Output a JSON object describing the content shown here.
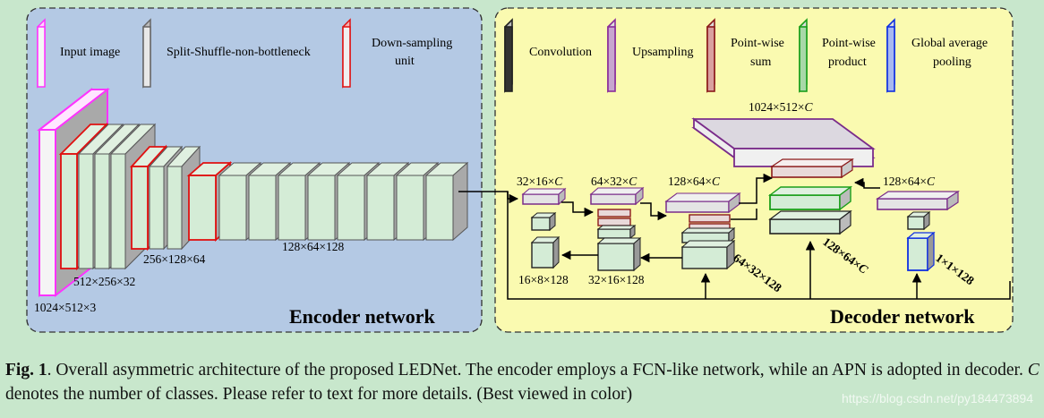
{
  "encoder": {
    "title": "Encoder network",
    "legend": {
      "input_image": "Input image",
      "split_shuffle": "Split-Shuffle-non-bottleneck",
      "down_sampling_line1": "Down-sampling",
      "down_sampling_line2": "unit"
    },
    "dims": {
      "input": "1024×512×3",
      "stage1": "512×256×32",
      "stage2": "256×128×64",
      "stage3": "128×64×128"
    }
  },
  "decoder": {
    "title": "Decoder network",
    "legend": {
      "convolution": "Convolution",
      "upsampling": "Upsampling",
      "pointwise_sum_line1": "Point-wise",
      "pointwise_sum_line2": "sum",
      "pointwise_product_line1": "Point-wise",
      "pointwise_product_line2": "product",
      "gap_line1": "Global average",
      "gap_line2": "pooling"
    },
    "dims": {
      "d32x16": "32×16×",
      "d64x32": "64×32×",
      "d128x64_left": "128×64×",
      "d1024": "1024×512×",
      "d128x64_right": "128×64×",
      "d16x8x128": "16×8×128",
      "d32x16x128": "32×16×128",
      "d64x32x128": "64×32×128",
      "d128x64c_rot": "128×64×",
      "d1x1x128": "1×1×128",
      "c": "C"
    }
  },
  "caption": {
    "fig_label": "Fig. 1",
    "part1": ". Overall asymmetric architecture of the proposed LEDNet. The encoder employs a FCN-like network, while an APN is adopted in decoder. ",
    "c": "C",
    "part2": " denotes the number of classes. Please refer to text for more details. (Best viewed in color)"
  },
  "watermark": "https://blog.csdn.net/py184473894",
  "colors": {
    "background": "#c8e7cc",
    "encoder_panel": "#b4c9e4",
    "decoder_panel": "#fafab0",
    "block_fill": "#d4ecd6",
    "block_side": "#a7a7a7",
    "input_border": "#ff33ff",
    "down_border": "#e01010",
    "upsample_border": "#8a2c9a",
    "sum_border": "#8b1a1a",
    "product_border": "#1a9e1a",
    "gap_border": "#1030e0",
    "conv_border": "#222222"
  }
}
